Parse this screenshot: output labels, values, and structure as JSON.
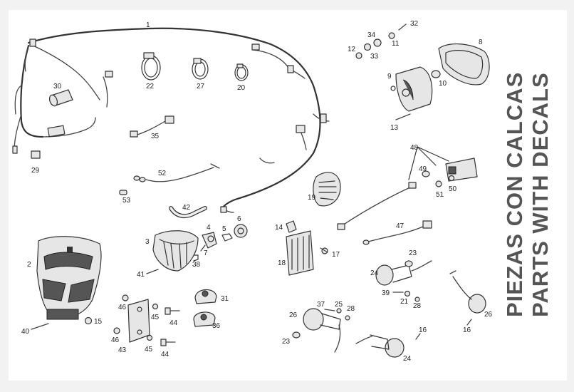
{
  "diagram": {
    "decal_text": [
      "PIEZAS CON CALCAS",
      "PARTS WITH DECALS"
    ],
    "callouts": {
      "p1": "1",
      "p2": "2",
      "p3": "3",
      "p4": "4",
      "p5": "5",
      "p6": "6",
      "p7": "7",
      "p8": "8",
      "p9": "9",
      "p10": "10",
      "p11": "11",
      "p12": "12",
      "p13": "13",
      "p14": "14",
      "p15": "15",
      "p16a": "16",
      "p16b": "16",
      "p17": "17",
      "p18": "18",
      "p19": "19",
      "p20": "20",
      "p21": "21",
      "p22": "22",
      "p23a": "23",
      "p23b": "23",
      "p24a": "24",
      "p24b": "24",
      "p25": "25",
      "p26a": "26",
      "p26b": "26",
      "p27": "27",
      "p28a": "28",
      "p28b": "28",
      "p29": "29",
      "p30": "30",
      "p31": "31",
      "p32": "32",
      "p33": "33",
      "p34": "34",
      "p35": "35",
      "p36": "36",
      "p37": "37",
      "p38": "38",
      "p39": "39",
      "p40": "40",
      "p41": "41",
      "p42": "42",
      "p43": "43",
      "p44a": "44",
      "p44b": "44",
      "p45a": "45",
      "p45b": "45",
      "p46a": "46",
      "p46b": "46",
      "p47": "47",
      "p48": "48",
      "p49": "49",
      "p50": "50",
      "p51": "51",
      "p52": "52",
      "p53": "53"
    }
  }
}
